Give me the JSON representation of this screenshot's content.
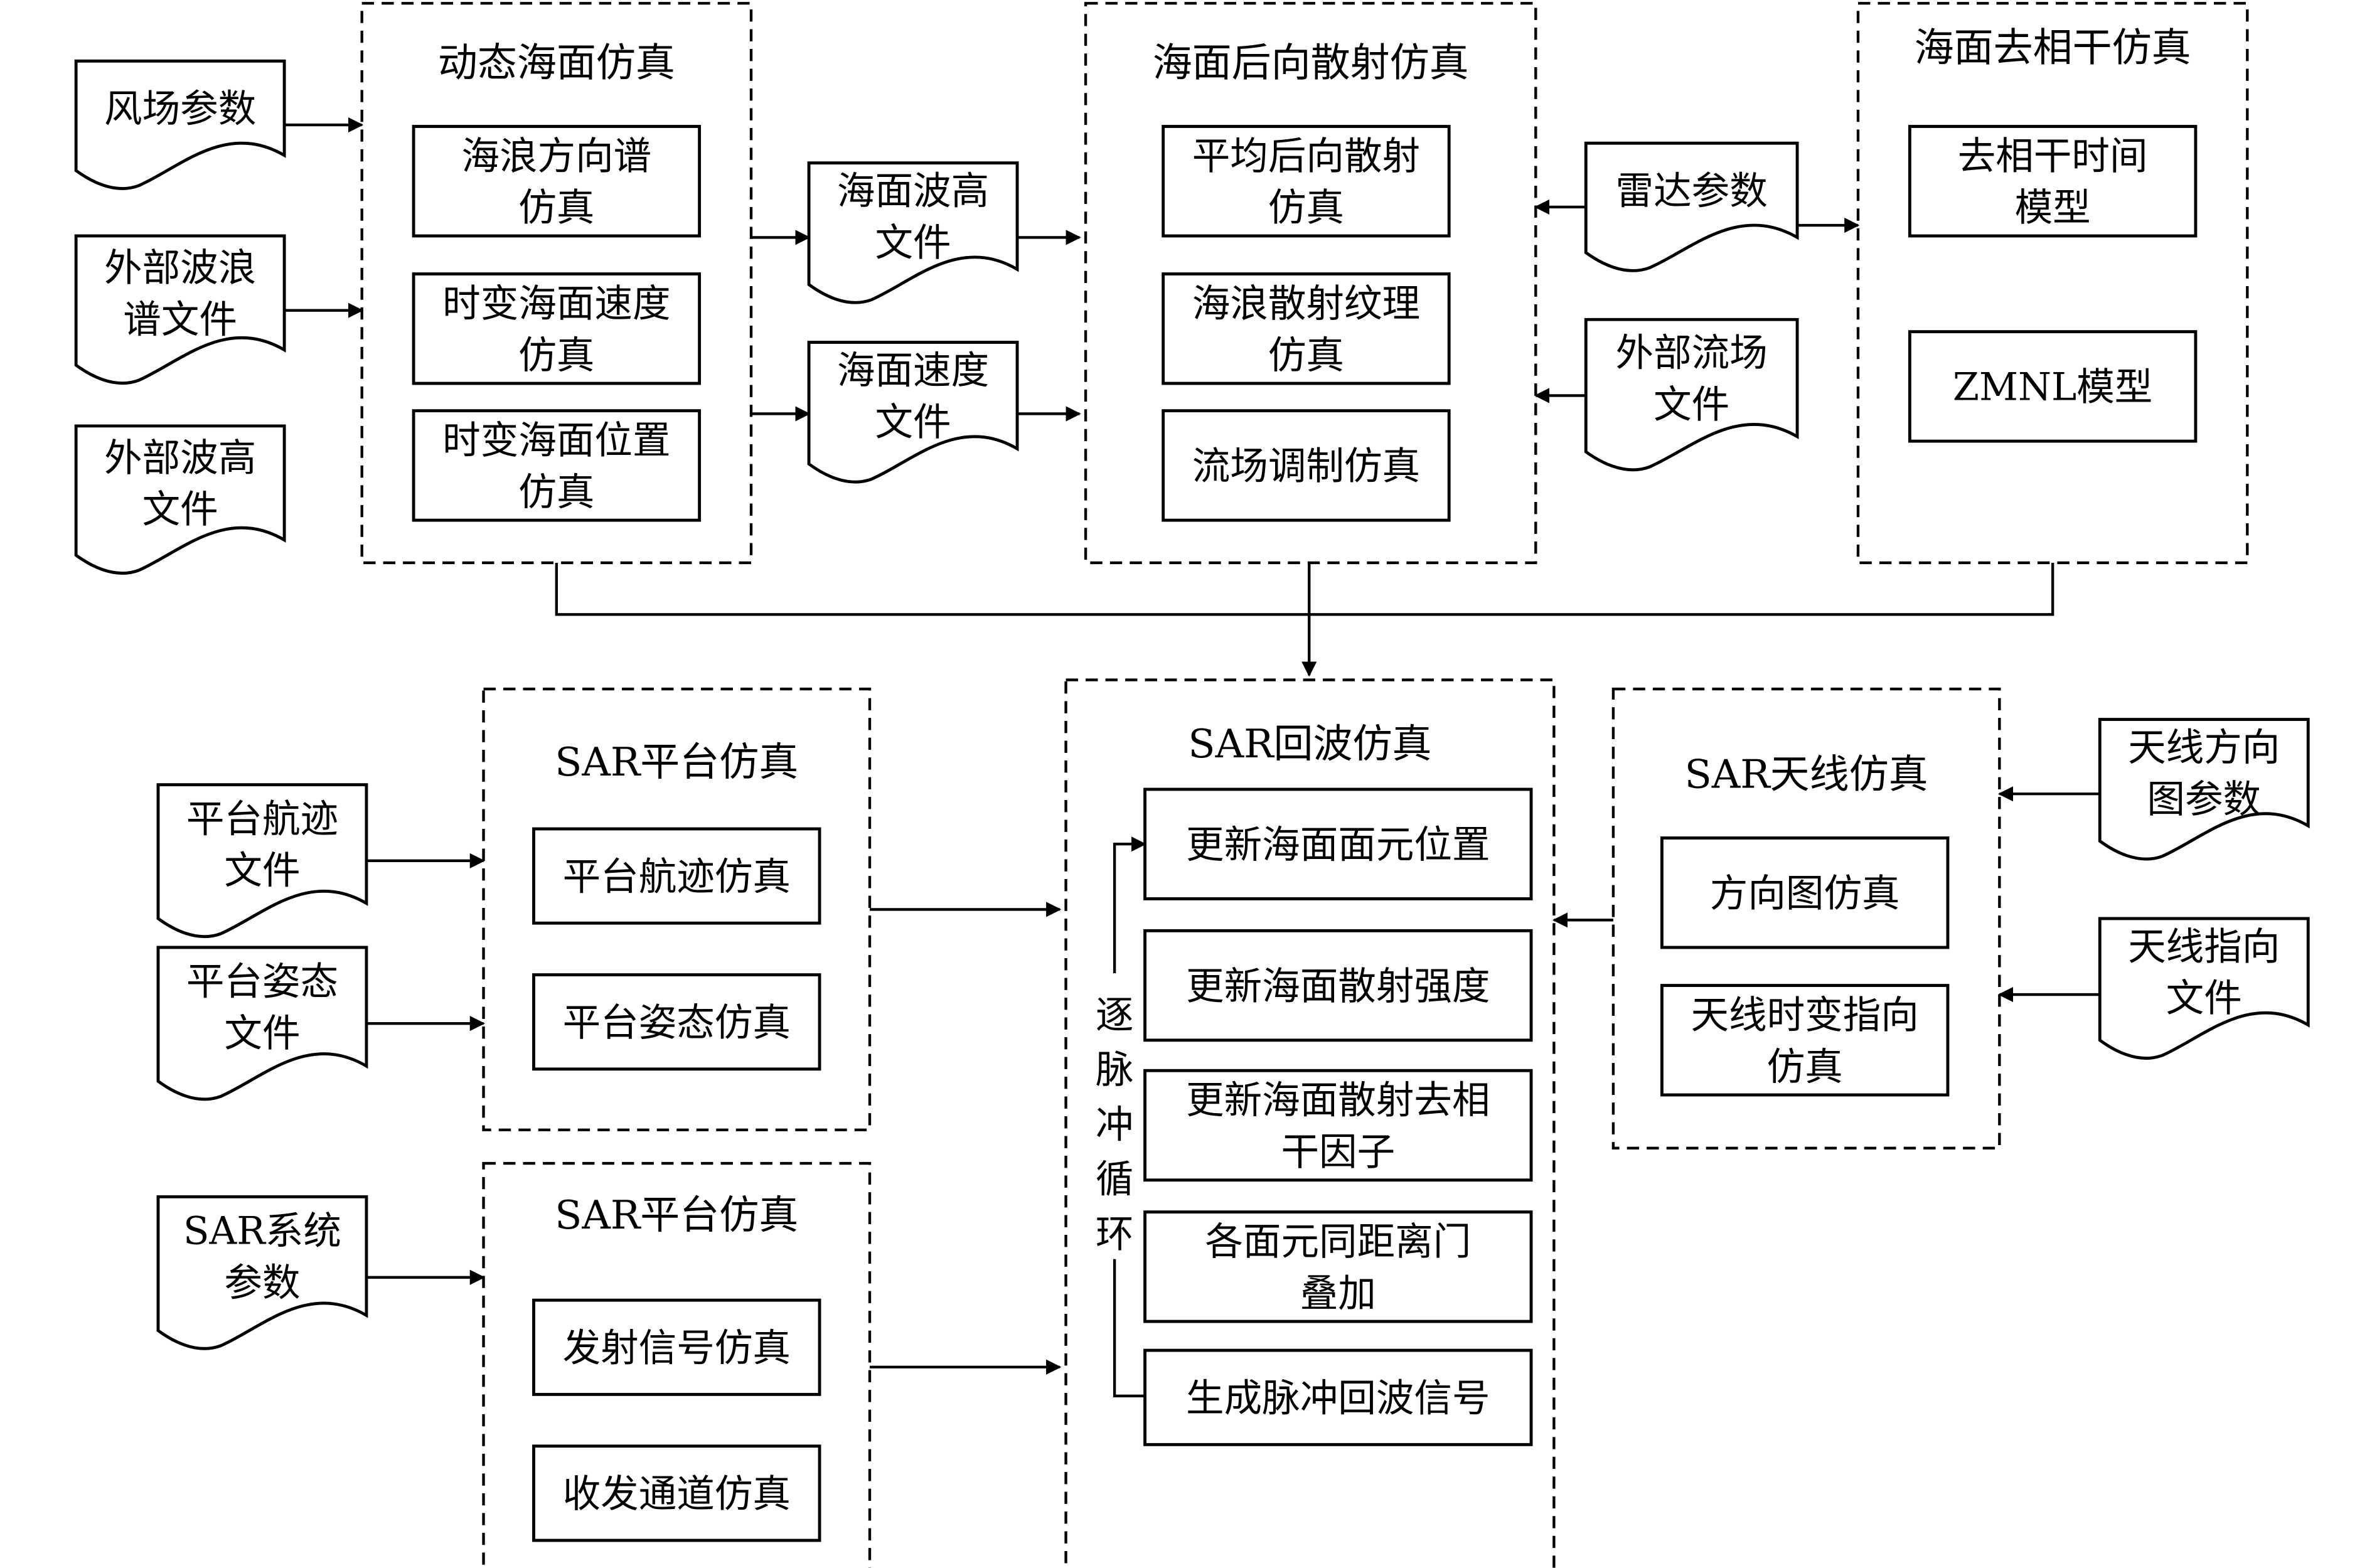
{
  "groups": {
    "dynamic_sea": {
      "title": "动态海面仿真",
      "items": [
        [
          "海浪方向谱",
          "仿真"
        ],
        [
          "时变海面速度",
          "仿真"
        ],
        [
          "时变海面位置",
          "仿真"
        ]
      ]
    },
    "backscatter": {
      "title": "海面后向散射仿真",
      "items": [
        [
          "平均后向散射",
          "仿真"
        ],
        [
          "海浪散射纹理",
          "仿真"
        ],
        [
          "流场调制仿真"
        ]
      ]
    },
    "decorrelation": {
      "title": "海面去相干仿真",
      "items": [
        [
          "去相干时间",
          "模型"
        ],
        [
          "ZMNL模型"
        ]
      ]
    },
    "sar_platform": {
      "title": "SAR平台仿真",
      "items": [
        [
          "平台航迹仿真"
        ],
        [
          "平台姿态仿真"
        ]
      ]
    },
    "sar_system": {
      "title": "SAR平台仿真",
      "items": [
        [
          "发射信号仿真"
        ],
        [
          "收发通道仿真"
        ]
      ]
    },
    "sar_echo": {
      "title": "SAR回波仿真",
      "items": [
        [
          "更新海面面元位置"
        ],
        [
          "更新海面散射强度"
        ],
        [
          "更新海面散射去相",
          "干因子"
        ],
        [
          "各面元同距离门",
          "叠加"
        ],
        [
          "生成脉冲回波信号"
        ]
      ],
      "loop_label": [
        "逐",
        "脉",
        "冲",
        "循",
        "环"
      ]
    },
    "sar_antenna": {
      "title": "SAR天线仿真",
      "items": [
        [
          "方向图仿真"
        ],
        [
          "天线时变指向",
          "仿真"
        ]
      ]
    }
  },
  "documents": {
    "wind": [
      "风场参数"
    ],
    "wave_spectrum": [
      "外部波浪",
      "谱文件"
    ],
    "wave_height_ext": [
      "外部波高",
      "文件"
    ],
    "sea_height": [
      "海面波高",
      "文件"
    ],
    "sea_velocity": [
      "海面速度",
      "文件"
    ],
    "radar": [
      "雷达参数"
    ],
    "current": [
      "外部流场",
      "文件"
    ],
    "track": [
      "平台航迹",
      "文件"
    ],
    "attitude": [
      "平台姿态",
      "文件"
    ],
    "sar_sys": [
      "SAR系统",
      "参数"
    ],
    "ant_pattern": [
      "天线方向",
      "图参数"
    ],
    "ant_point": [
      "天线指向",
      "文件"
    ]
  }
}
